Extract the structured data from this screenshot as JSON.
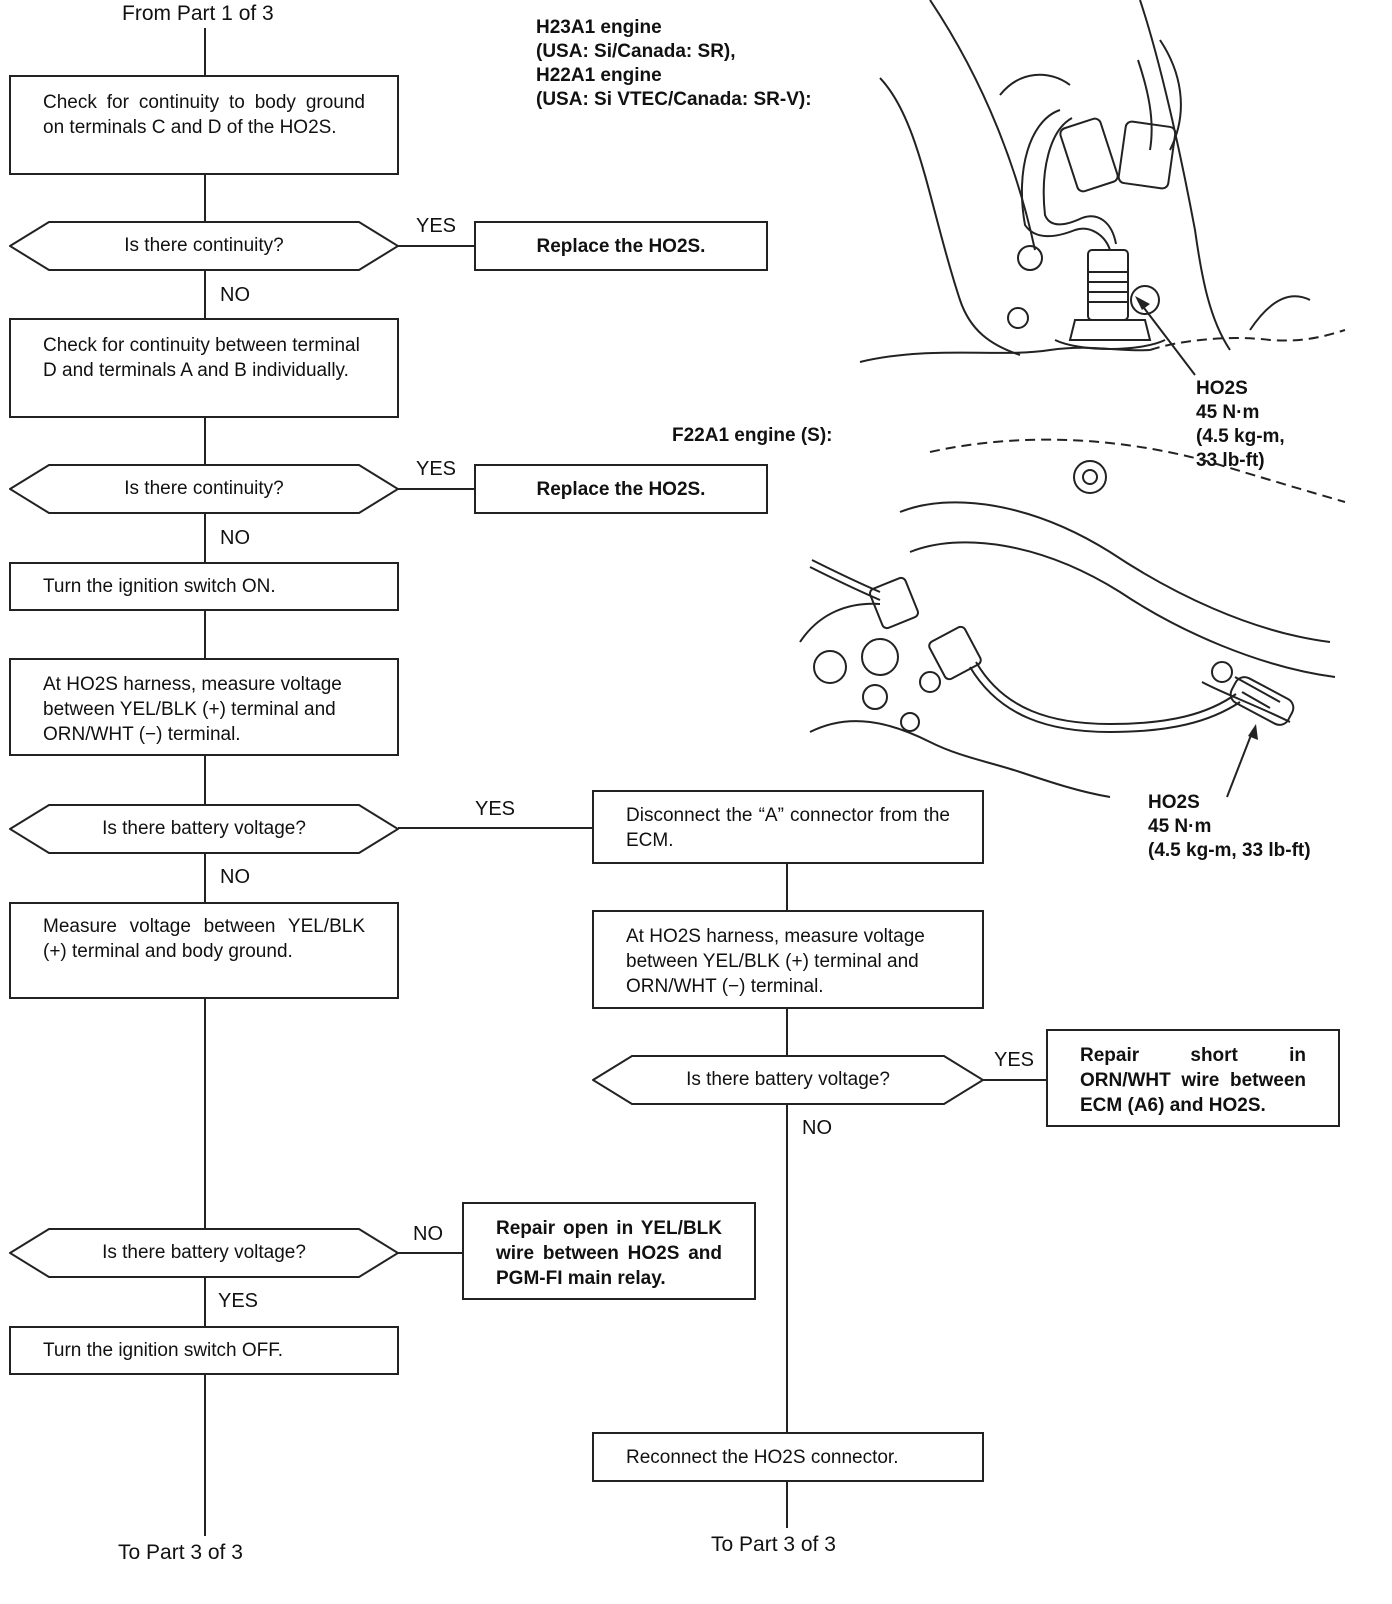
{
  "flow": {
    "from_part": "From Part 1 of 3",
    "to_part_left": "To Part 3 of 3",
    "to_part_right": "To Part 3 of 3",
    "step_check_ground": "Check for continuity to body ground on terminals C and D of the HO2S.",
    "q_continuity_1": "Is there continuity?",
    "replace_1": "Replace the HO2S.",
    "step_check_between": "Check for continuity between terminal D and terminals A and B individually.",
    "q_continuity_2": "Is there continuity?",
    "replace_2": "Replace the HO2S.",
    "step_ignition_on": "Turn the ignition switch ON.",
    "step_measure_1": "At HO2S harness, measure voltage between YEL/BLK (+) terminal and ORN/WHT (−) terminal.",
    "q_battery_1": "Is there battery voltage?",
    "step_disconnect": "Disconnect the “A” connector from the ECM.",
    "step_measure_2": "Measure voltage between YEL/BLK (+) terminal and body ground.",
    "step_measure_3": "At HO2S harness, measure voltage between YEL/BLK (+) terminal and ORN/WHT (−) terminal.",
    "q_battery_2": "Is there battery voltage?",
    "repair_short": "Repair short in ORN/WHT wire between ECM (A6) and HO2S.",
    "q_battery_3": "Is there battery voltage?",
    "repair_open": "Repair open in YEL/BLK wire between HO2S and PGM-FI main relay.",
    "step_ignition_off": "Turn the ignition switch OFF.",
    "step_reconnect": "Reconnect the HO2S connector."
  },
  "labels": {
    "yes": "YES",
    "no": "NO"
  },
  "figures": {
    "h23a1_caption": "H23A1 engine\n(USA: Si/Canada: SR),\nH22A1 engine\n(USA: Si VTEC/Canada: SR-V):",
    "h23a1_callout": "HO2S\n45 N·m\n(4.5 kg-m,\n33 lb-ft)",
    "f22a1_caption": "F22A1 engine (S):",
    "f22a1_callout": "HO2S\n45 N·m\n(4.5 kg-m, 33 lb-ft)"
  }
}
